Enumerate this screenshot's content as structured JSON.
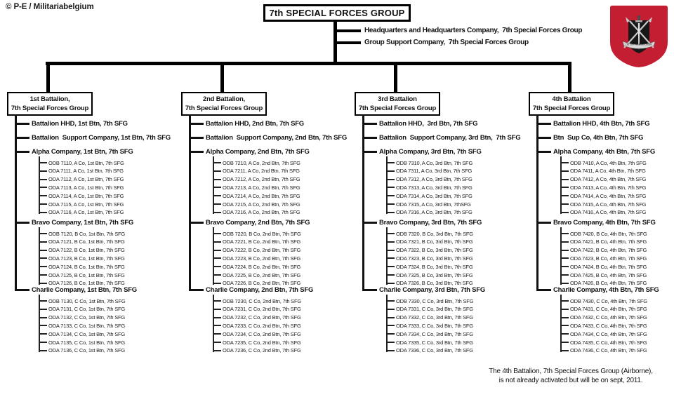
{
  "copyright": "© P-E / Militariabelgium",
  "title": "7th SPECIAL FORCES GROUP",
  "group_units": [
    "Headquarters and Headquarters Company,  7th Special Forces Group",
    "Group Support Company,  7th Special Forces Group"
  ],
  "insignia": {
    "name": "7th-special-forces-group-beret-flash",
    "flash_color": "#c41e32",
    "motto": "DE OPPRESSO LIBER"
  },
  "battalions": [
    {
      "box_line1": "1st Battalion,",
      "box_line2": "7th Special Forces Group",
      "units": [
        "Battalion HHD, 1st Btn, 7th SFG",
        "Battalion  Support Company, 1st Btn, 7th SFG"
      ],
      "companies": [
        {
          "name": "Alpha Company, 1st Btn, 7th SFG",
          "teams": [
            "ODB 7110, A Co, 1st Btn, 7th SFG",
            "ODA 7111, A Co, 1st Btn, 7th SFG",
            "ODA 7112, A Co, 1st Btn, 7th SFG",
            "ODA 7113, A Co, 1st Btn, 7th SFG",
            "ODA 7114, A Co, 1st Btn, 7th SFG",
            "ODA 7115, A Co, 1st Btn, 7th SFG",
            "ODA 7116, A Co, 1st Btn, 7th SFG"
          ]
        },
        {
          "name": "Bravo Company, 1st Btn, 7th SFG",
          "teams": [
            "ODB 7120, B Co, 1st Btn, 7th SFG",
            "ODA 7121, B Co, 1st Btn, 7th SFG",
            "ODA 7122, B Co, 1st Btn, 7th SFG",
            "ODA 7123, B Co, 1st Btn, 7th SFG",
            "ODA 7124, B Co, 1st Btn, 7th SFG",
            "ODA 7125, B Co, 1st Btn, 7th SFG",
            "ODA 7126, B Co, 1st Btn, 7th SFG"
          ]
        },
        {
          "name": "Charlie Company, 1st Btn, 7th SFG",
          "teams": [
            "ODB 7130, C Co, 1st Btn, 7th SFG",
            "ODA 7131, C Co, 1st Btn, 7th SFG",
            "ODA 7132, C Co, 1st Btn, 7th SFG",
            "ODA 7133, C Co, 1st Btn, 7th SFG",
            "ODA 7134, C Co, 1st Btn, 7th SFG",
            "ODA 7135, C Co, 1st Btn, 7th SFG",
            "ODA 7136, C Co, 1st Btn, 7th SFG"
          ]
        }
      ]
    },
    {
      "box_line1": "2nd Battalion,",
      "box_line2": "7th Special Forces Group",
      "units": [
        "Battalion HHD, 2nd Btn, 7th SFG",
        "Battalion  Support Company, 2nd Btn, 7th SFG"
      ],
      "companies": [
        {
          "name": "Alpha Company, 2nd Btn, 7th SFG",
          "teams": [
            "ODB 7210, A Co, 2nd Btn, 7th SFG",
            "ODA 7211, A Co, 2nd Btn, 7th SFG",
            "ODA 7212, A Co, 2nd Btn, 7th SFG",
            "ODA 7213, A Co, 2nd Btn, 7th SFG",
            "ODA 7214, A Co, 2nd Btn, 7th SFG",
            "ODA 7215, A Co, 2nd Btn, 7th SFG",
            "ODA 7216, A Co, 2nd Btn, 7th SFG"
          ]
        },
        {
          "name": "Bravo Company, 2nd Btn, 7th SFG",
          "teams": [
            "ODB 7220, B Co, 2nd Btn, 7th SFG",
            "ODA 7221, B Co, 2nd Btn, 7th SFG",
            "ODA 7222, B Co, 2nd Btn, 7th SFG",
            "ODA 7223, B Co, 2nd Btn, 7th SFG",
            "ODA 7224, B Co, 2nd Btn, 7th SFG",
            "ODA 7225, B Co, 2nd Btn, 7th SFG",
            "ODA 7226, B Co, 2nd Btn, 7th SFG"
          ]
        },
        {
          "name": "Charlie Company, 2nd Btn, 7th SFG",
          "teams": [
            "ODB 7230, C Co, 2nd Btn, 7th SFG",
            "ODA 7231, C Co, 2nd Btn, 7th SFG",
            "ODA 7232, C Co, 2nd Btn, 7th SFG",
            "ODA 7233, C Co, 2nd Btn, 7th SFG",
            "ODA 7234, C Co, 2nd Btn, 7th SFG",
            "ODA 7235, C Co, 2nd Btn, 7th SFG",
            "ODA 7236, C Co, 2nd Btn, 7th SFG"
          ]
        }
      ]
    },
    {
      "box_line1": "3rd Battalion",
      "box_line2": "7th Special Forces Group",
      "units": [
        "Battalion HHD,  3rd Btn, 7th SFG",
        "Battalion  Support Company, 3rd Btn,  7th SFG"
      ],
      "companies": [
        {
          "name": "Alpha Company, 3rd Btn, 7th SFG",
          "teams": [
            "ODB 7310, A Co, 3rd Btn, 7th SFG",
            "ODA 7311, A Co, 3rd Btn, 7th SFG",
            "ODA 7312, A Co, 3rd Btn, 7th SFG",
            "ODA 7313, A Co, 3rd Btn, 7th SFG",
            "ODA 7314, A Co, 3rd Btn, 7th SFG",
            "ODA 7315, A Co, 3rd Btn, 7thSFG",
            "ODA 7316, A Co, 3rd Btn, 7th SFG"
          ]
        },
        {
          "name": "Bravo Company, 3rd Btn, 7th SFG",
          "teams": [
            "ODB 7320, B Co, 3rd Btn, 7th SFG",
            "ODA 7321, B Co, 3rd Btn, 7th SFG",
            "ODA 7322, B Co, 3rd Btn, 7th SFG",
            "ODA 7323, B Co, 3rd Btn, 7th SFG",
            "ODA 7324, B Co, 3rd Btn, 7th SFG",
            "ODA 7325, B Co, 3rd Btn, 7th SFG",
            "ODA 7326, B Co, 3rd Btn, 7th SFG"
          ]
        },
        {
          "name": "Charlie Company, 3rd Btn, 7th SFG",
          "teams": [
            "ODB 7330, C Co, 3rd Btn, 7th SFG",
            "ODA 7331, C Co, 3rd Btn, 7th SFG",
            "ODA 7332, C Co, 3rd Btn, 7th SFG",
            "ODA 7333, C Co, 3rd Btn, 7th SFG",
            "ODA 7334, C Co, 3rd Btn, 7th SFG",
            "ODA 7335, C Co, 3rd Btn, 7th SFG",
            "ODA 7336, C Co, 3rd Btn, 7th SFG"
          ]
        }
      ]
    },
    {
      "box_line1": "4th Battalion",
      "box_line2": "7th Special Forces Group",
      "units": [
        "Battalion HHD, 4th Btn, 7th SFG",
        "Btn  Sup Co, 4th Btn, 7th SFG"
      ],
      "companies": [
        {
          "name": "Alpha Company, 4th Btn, 7th SFG",
          "teams": [
            "ODB 7410, A Co, 4th Btn, 7th SFG",
            "ODA 7411, A Co, 4th Btn, 7th SFG",
            "ODA 7412, A Co, 4th Btn, 7th SFG",
            "ODA 7413, A Co, 4th Btn, 7th SFG",
            "ODA 7414, A Co, 4th Btn, 7th SFG",
            "ODA 7415, A Co, 4th Btn, 7th SFG",
            "ODA 7416, A Co, 4th Btn, 7th SFG"
          ]
        },
        {
          "name": "Bravo Company, 4th Btn, 7th SFG",
          "teams": [
            "ODB 7420, B Co, 4th Btn, 7th SFG",
            "ODA 7421, B Co, 4th Btn, 7th SFG",
            "ODA 7422, B Co, 4th Btn, 7th SFG",
            "ODA 7423, B Co, 4th Btn, 7th SFG",
            "ODA 7424, B Co, 4th Btn, 7th SFG",
            "ODA 7425, B Co, 4th Btn, 7th SFG",
            "ODA 7426, B Co, 4th Btn, 7th SFG"
          ]
        },
        {
          "name": "Charlie Company, 4th Btn, 7th SFG",
          "teams": [
            "ODB 7430, C Co, 4th Btn, 7th SFG",
            "ODA 7431, C Co, 4th Btn, 7th SFG",
            "ODA 7432, C Co, 4th Btn, 7th SFG",
            "ODA 7433, C Co, 4th Btn, 7th SFG",
            "ODA 7434, C Co, 4th Btn, 7th SFG",
            "ODA 7435, C Co, 4th Btn, 7th SFG",
            "ODA 7436, C Co, 4th Btn, 7th SFG"
          ]
        }
      ]
    }
  ],
  "footnote": {
    "line1": "The 4th Battalion, 7th Special Forces Group (Airborne),",
    "line2": "is not already activated but will be on sept, 2011."
  }
}
